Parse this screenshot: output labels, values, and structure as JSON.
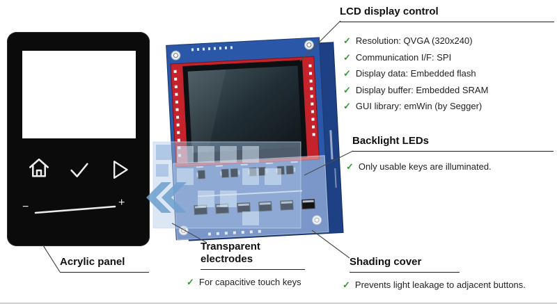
{
  "glyphs": {
    "check": "✓",
    "minus": "−",
    "plus": "+"
  },
  "callouts": {
    "lcd": {
      "title": "LCD display control",
      "items": [
        "Resolution: QVGA (320x240)",
        "Communication I/F: SPI",
        "Display data: Embedded flash",
        "Display buffer: Embedded SRAM",
        "GUI library: emWin (by Segger)"
      ]
    },
    "backlight": {
      "title": "Backlight LEDs",
      "items": [
        "Only usable keys are illuminated."
      ]
    },
    "acrylic": {
      "title": "Acrylic panel"
    },
    "electrodes": {
      "title": "Transparent electrodes",
      "items": [
        "For capacitive touch keys"
      ]
    },
    "shading": {
      "title": "Shading cover",
      "items": [
        "Prevents light leakage to adjacent buttons."
      ]
    }
  },
  "colors": {
    "pcb_blue": "#2a57a8",
    "lcd_frame_red": "#c4232b",
    "check_green": "#2e9b2e",
    "electrode_blue": "#a9c6e4",
    "panel_black": "#0b0b0b"
  }
}
